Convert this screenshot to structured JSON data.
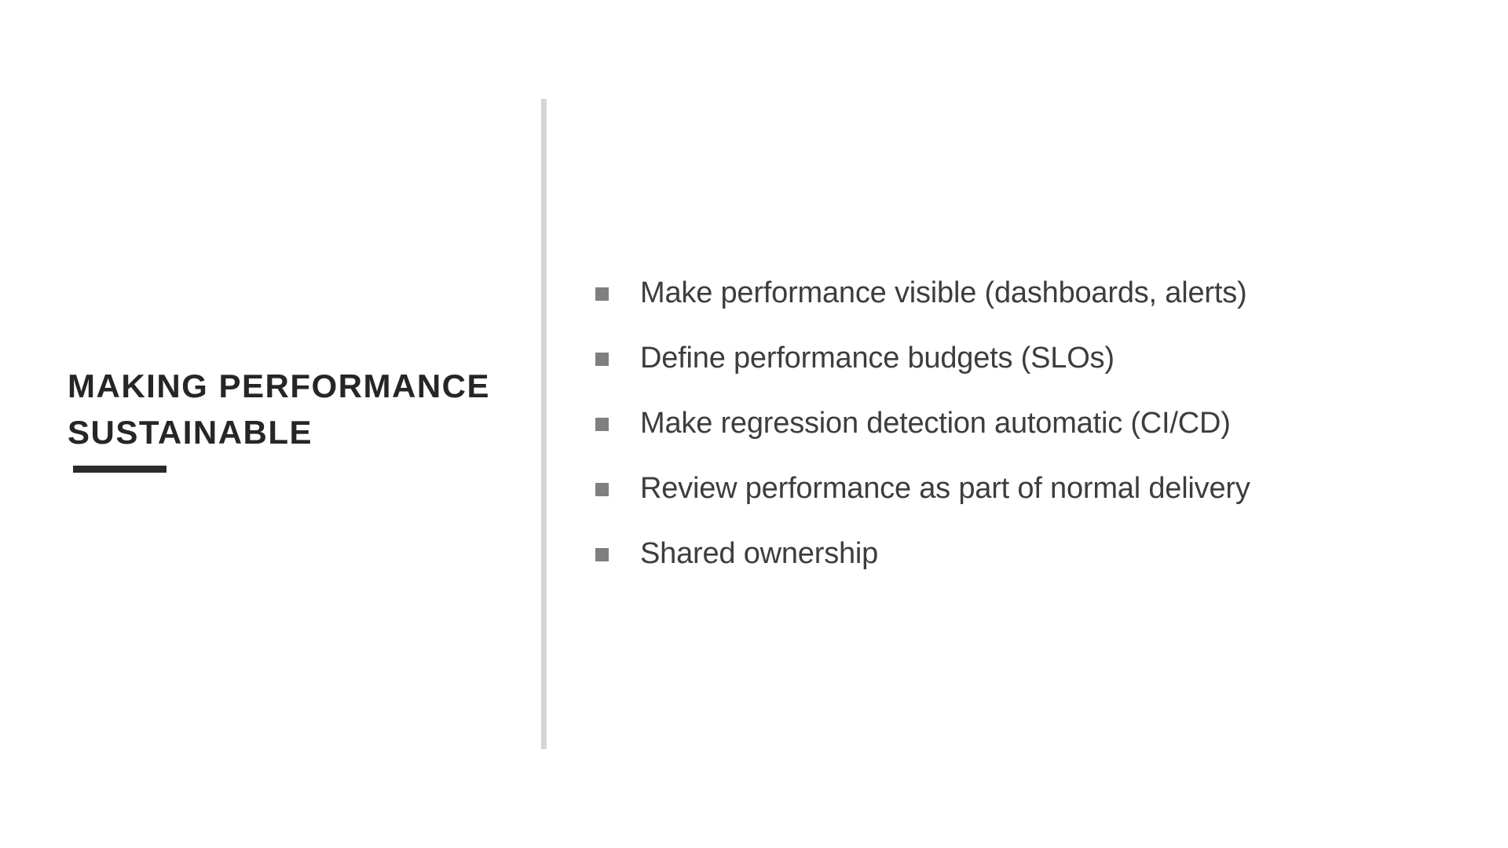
{
  "slide": {
    "title": {
      "line1": "MAKING PERFORMANCE",
      "line2": "SUSTAINABLE"
    },
    "bullets": [
      "Make performance visible (dashboards, alerts)",
      "Define performance budgets (SLOs)",
      "Make regression detection automatic (CI/CD)",
      "Review performance as part of normal delivery",
      "Shared ownership"
    ],
    "colors": {
      "background": "#ffffff",
      "title_text": "#262626",
      "underline": "#2b2b2b",
      "divider": "#d5d5d5",
      "bullet_marker": "#7f7f7f",
      "body_text": "#3d3d3d"
    }
  }
}
